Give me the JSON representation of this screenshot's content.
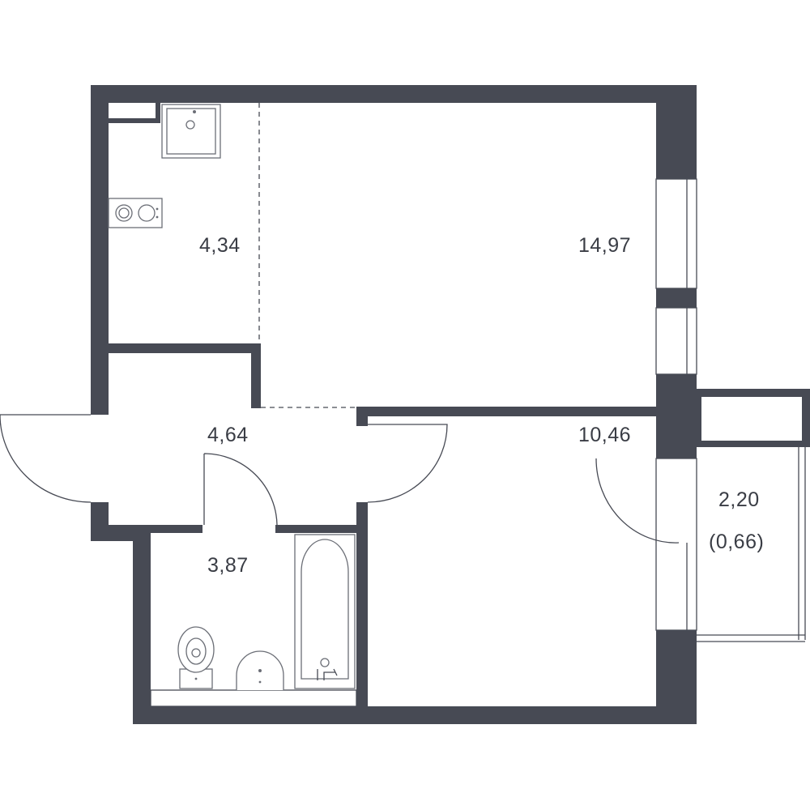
{
  "rooms": {
    "kitchen": {
      "area": "4,34"
    },
    "living": {
      "area": "14,97"
    },
    "hall": {
      "area": "4,64"
    },
    "bedroom": {
      "area": "10,46"
    },
    "bathroom": {
      "area": "3,87"
    },
    "balcony": {
      "area": "2,20",
      "reduced_area": "(0,66)"
    }
  },
  "colors": {
    "wall": "#474a54",
    "fixture_stroke": "#6b6e76",
    "background": "#ffffff"
  },
  "icons": [
    "sink-icon",
    "stove-icon",
    "bathtub-icon",
    "toilet-icon",
    "washbasin-icon"
  ]
}
